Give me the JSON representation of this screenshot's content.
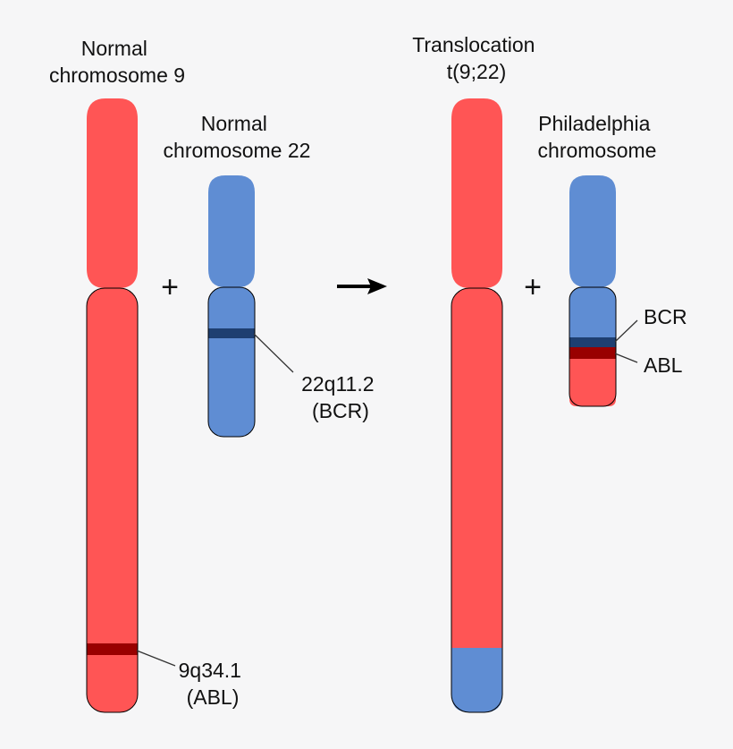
{
  "colors": {
    "background": "#f6f6f7",
    "chromosome_9": "#ff5555",
    "chromosome_22": "#5f8dd3",
    "abl_band": "#990000",
    "bcr_band": "#1e3f71",
    "outline": "#000000",
    "text": "#111111"
  },
  "left": {
    "chr9_label": [
      "Normal",
      "chromosome 9"
    ],
    "chr22_label": [
      "Normal",
      "chromosome 22"
    ],
    "bcr_locus_label": [
      "22q11.2",
      "(BCR)"
    ],
    "abl_locus_label": [
      "9q34.1",
      "(ABL)"
    ]
  },
  "operators": {
    "plus_left": "+",
    "plus_right": "+"
  },
  "right": {
    "translocation_label": [
      "Translocation",
      "t(9;22)"
    ],
    "philadelphia_label": [
      "Philadelphia",
      "chromosome"
    ],
    "bcr_label": "BCR",
    "abl_label": "ABL"
  },
  "icons": {
    "arrow": "right-arrow-icon"
  }
}
